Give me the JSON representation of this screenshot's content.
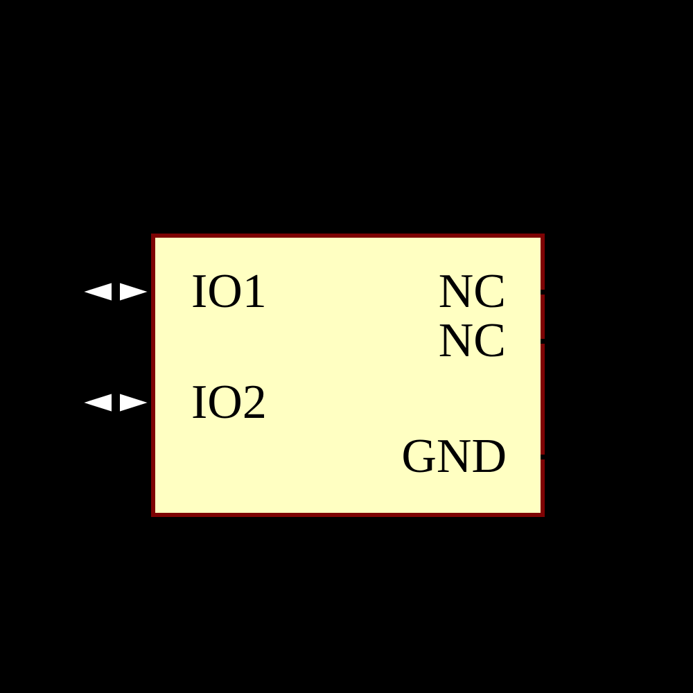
{
  "app": {
    "background_color": "#000000"
  },
  "symbol": {
    "kind": "schematic-component-symbol",
    "body_fill": "#FFFFC2",
    "border_color": "#7E0304",
    "label_color": "#000000",
    "pin_arrow_color": "#FFFFFF",
    "pins_left": [
      {
        "label": "IO1",
        "arrow": "bidirectional"
      },
      {
        "label": "IO2",
        "arrow": "bidirectional"
      }
    ],
    "pins_right": [
      {
        "label": "NC"
      },
      {
        "label": "NC"
      },
      {
        "label": "GND"
      }
    ]
  }
}
